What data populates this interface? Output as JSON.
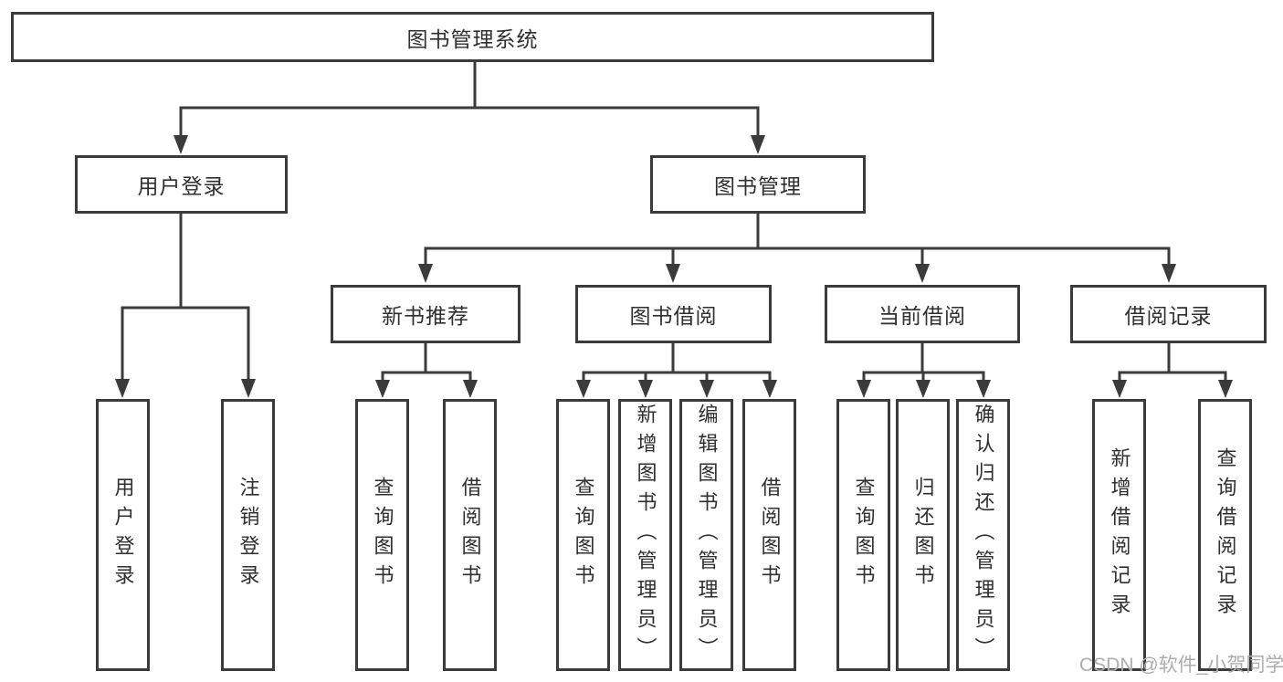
{
  "diagram": {
    "type": "functional-structure-tree",
    "colors": {
      "line": "#3b3b3b",
      "box_border": "#3b3b3b",
      "box_fill": "#ffffff",
      "text": "#2f2f2f",
      "watermark_text": "#adadad"
    },
    "nodes": {
      "root": "图书管理系统",
      "user_login_branch": "用户登录",
      "book_management_branch": "图书管理",
      "new_book_recommend": "新书推荐",
      "book_borrow": "图书借阅",
      "current_borrow": "当前借阅",
      "borrow_records": "借阅记录",
      "leaf_user_login": "用户登录",
      "leaf_logout": "注销登录",
      "leaf_query_book_recommend": "查询图书",
      "leaf_borrow_book_recommend": "借阅图书",
      "leaf_query_book_borrow": "查询图书",
      "leaf_add_book_admin": "新增图书（管理员）",
      "leaf_edit_book_admin": "编辑图书（管理员）",
      "leaf_borrow_book_borrow": "借阅图书",
      "leaf_query_book_current": "查询图书",
      "leaf_return_book": "归还图书",
      "leaf_confirm_return_admin": "确认归还（管理员）",
      "leaf_add_borrow_record": "新增借阅记录",
      "leaf_query_borrow_record": "查询借阅记录"
    },
    "hierarchy": {
      "root": "图书管理系统",
      "children_of_root": [
        "用户登录",
        "图书管理"
      ],
      "children_of_user_login": [
        "用户登录",
        "注销登录"
      ],
      "children_of_book_management": [
        "新书推荐",
        "图书借阅",
        "当前借阅",
        "借阅记录"
      ],
      "children_of_new_book_recommend": [
        "查询图书",
        "借阅图书"
      ],
      "children_of_book_borrow": [
        "查询图书",
        "新增图书（管理员）",
        "编辑图书（管理员）",
        "借阅图书"
      ],
      "children_of_current_borrow": [
        "查询图书",
        "归还图书",
        "确认归还（管理员）"
      ],
      "children_of_borrow_records": [
        "新增借阅记录",
        "查询借阅记录"
      ]
    },
    "watermark": "CSDN @软件_小贺同学"
  }
}
